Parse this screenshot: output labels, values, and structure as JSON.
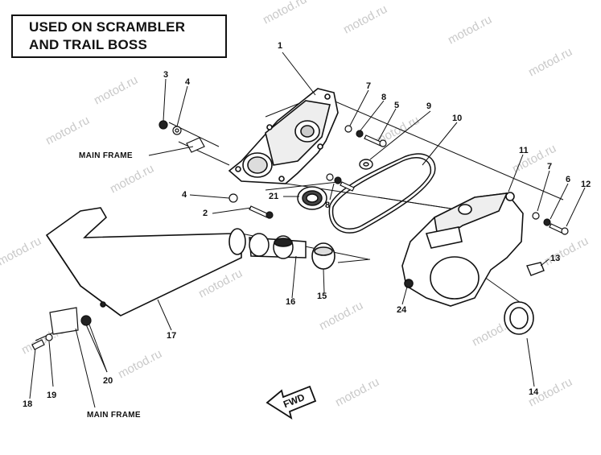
{
  "title": {
    "line1": "USED ON SCRAMBLER",
    "line2": "AND TRAIL BOSS"
  },
  "labels": {
    "main_frame_top": "MAIN FRAME",
    "main_frame_bottom": "MAIN FRAME",
    "fwd": "FWD"
  },
  "watermark": "motod.ru",
  "parts": [
    "1",
    "2",
    "3",
    "4",
    "4",
    "5",
    "6",
    "7",
    "7",
    "8",
    "8",
    "9",
    "10",
    "11",
    "12",
    "13",
    "14",
    "15",
    "16",
    "17",
    "18",
    "19",
    "20",
    "21",
    "24"
  ]
}
